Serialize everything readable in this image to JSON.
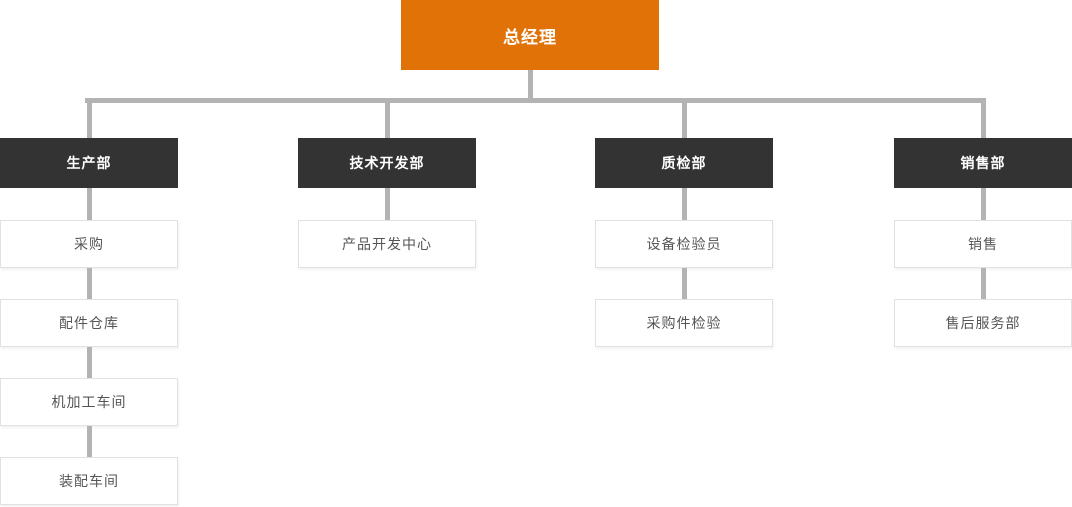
{
  "org": {
    "root": {
      "label": "总经理"
    },
    "departments": [
      {
        "label": "生产部",
        "children": [
          "采购",
          "配件仓库",
          "机加工车间",
          "装配车间"
        ]
      },
      {
        "label": "技术开发部",
        "children": [
          "产品开发中心"
        ]
      },
      {
        "label": "质检部",
        "children": [
          "设备检验员",
          "采购件检验"
        ]
      },
      {
        "label": "销售部",
        "children": [
          "销售",
          "售后服务部"
        ]
      }
    ]
  },
  "colors": {
    "root_bg": "#E07208",
    "root_text": "#FFFFFF",
    "dept_bg": "#333333",
    "dept_text": "#FFFFFF",
    "child_bg": "#FFFFFF",
    "child_border": "#E1E1E1",
    "child_text": "#555555",
    "connector": "#B3B3B3"
  }
}
